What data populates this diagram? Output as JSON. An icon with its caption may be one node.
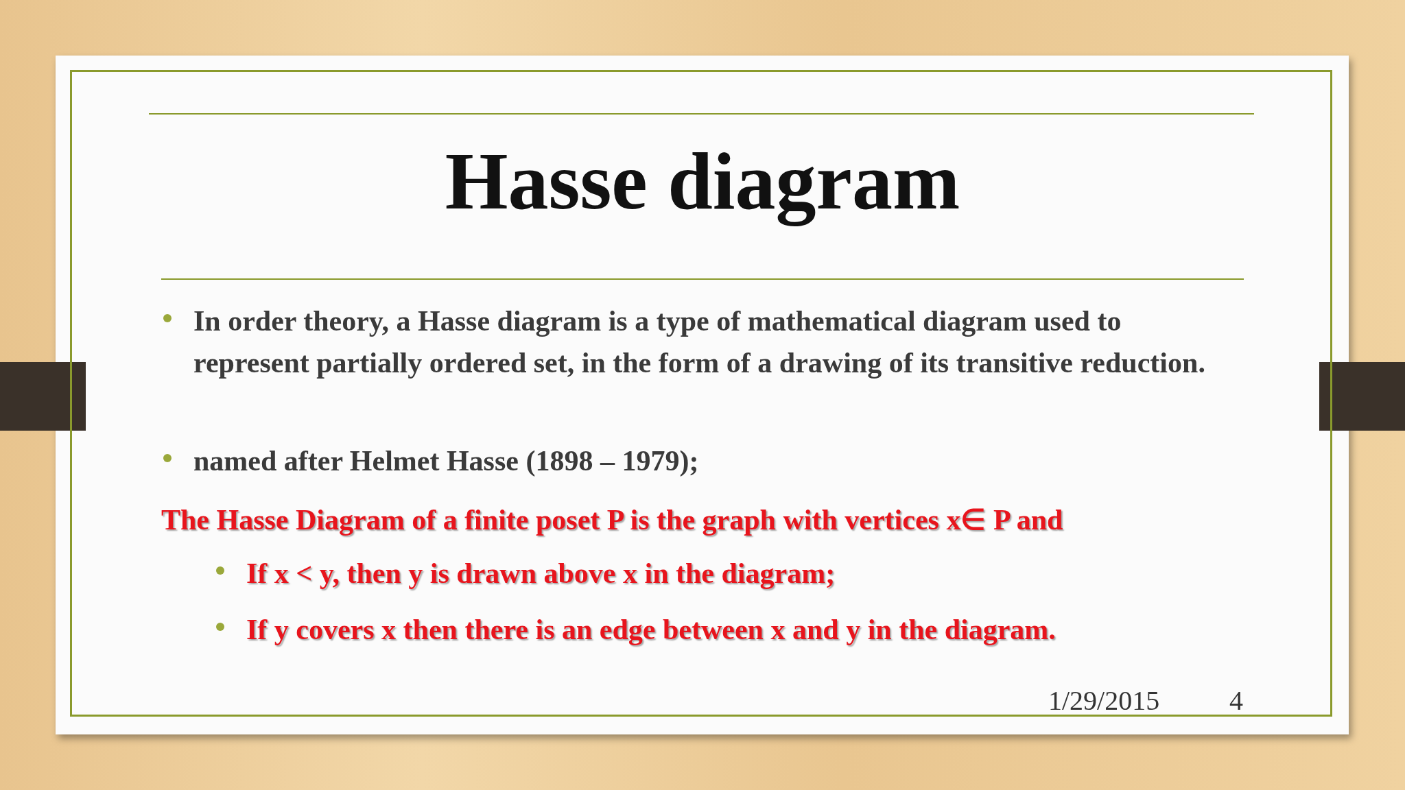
{
  "diagram": {
    "title": "Hasse diagram",
    "labels": [
      "In order theory, a Hasse diagram is a type of mathematical diagram used to represent partially ordered set, in the form of a drawing of its transitive reduction.",
      "named after Helmet Hasse (1898 – 1979);",
      "The Hasse Diagram of a finite poset P is the graph with vertices x∈ P and",
      "If x < y, then y is drawn above x in the diagram;",
      "If y covers x then there is an edge between x and y in the diagram.",
      "1/29/2015",
      "4"
    ]
  }
}
